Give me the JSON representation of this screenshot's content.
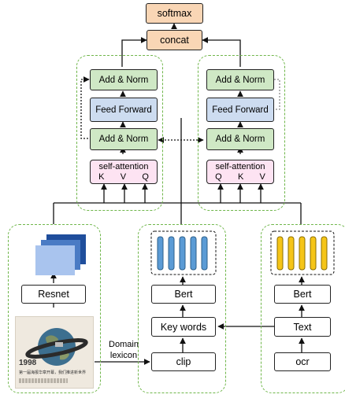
{
  "top": {
    "softmax": "softmax",
    "concat": "concat"
  },
  "left_transformer": {
    "add_norm_top": "Add & Norm",
    "feed_forward": "Feed Forward",
    "add_norm_bottom": "Add & Norm",
    "self_attention": "self-attention",
    "inputs": [
      "K",
      "V",
      "Q"
    ]
  },
  "right_transformer": {
    "add_norm_top": "Add & Norm",
    "feed_forward": "Feed Forward",
    "add_norm_bottom": "Add & Norm",
    "self_attention": "self-attention",
    "inputs": [
      "Q",
      "K",
      "V"
    ]
  },
  "image_branch": {
    "resnet": "Resnet",
    "poster_year": "1998",
    "poster_caption": "第一届海报华章开幕，我们推进新世界"
  },
  "middle_branch": {
    "bert": "Bert",
    "key_words": "Key words",
    "clip": "clip"
  },
  "text_branch": {
    "bert": "Bert",
    "text": "Text",
    "ocr": "ocr"
  },
  "edge_label": {
    "line1": "Domain",
    "line2": "lexicon"
  },
  "colors": {
    "orange": "#f9d6b5",
    "green": "#cfe8c5",
    "blue": "#cddcf0",
    "pink": "#fde3f2",
    "dashed_green": "#6fb64a",
    "bar_blue": "#5b9bd5",
    "bar_yellow": "#f5c518"
  }
}
